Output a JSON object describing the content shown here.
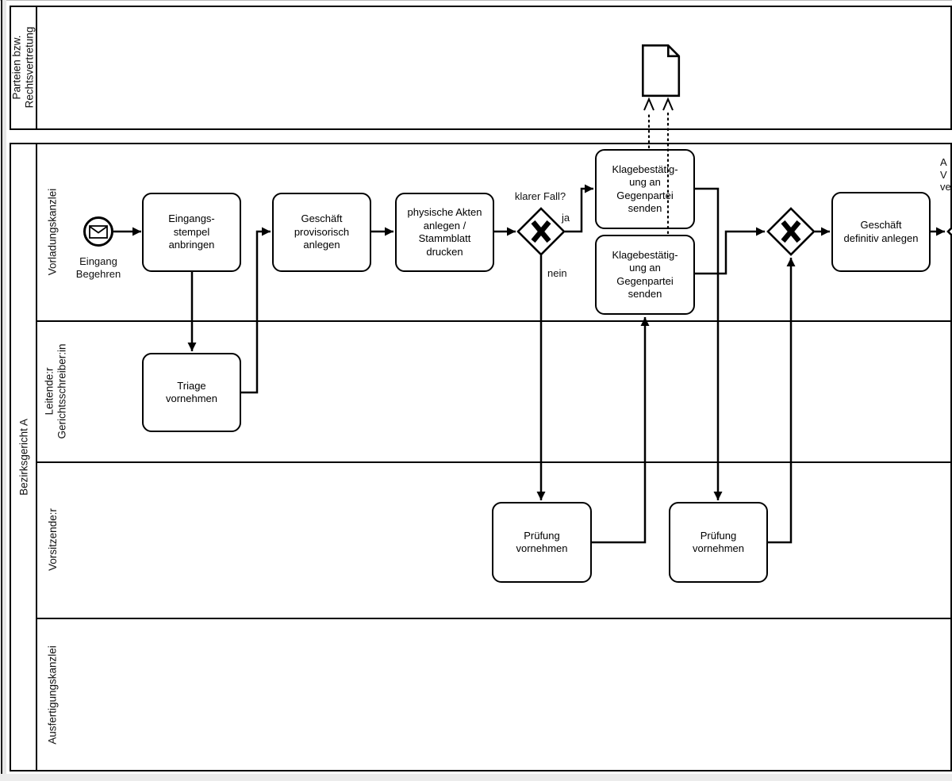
{
  "diagram": {
    "pools": [
      {
        "name": "Parteien bzw.\nRechtsvertretung"
      },
      {
        "name": "Bezirksgericht A",
        "lanes": [
          {
            "name": "Vorladungskanzlei"
          },
          {
            "name": "Leitende:r\nGerichtsschreiber:in"
          },
          {
            "name": "Vorsitzende:r"
          },
          {
            "name": "Ausfertigungskanzlei"
          }
        ]
      }
    ],
    "start_event": {
      "label": "Eingang\nBegehren",
      "icon": "envelope-icon"
    },
    "tasks": [
      {
        "label": "Eingangs-\nstempel\nanbringen"
      },
      {
        "label": "Triage\nvornehmen"
      },
      {
        "label": "Geschäft\nprovisorisch\nanlegen"
      },
      {
        "label": "physische Akten\nanlegen /\nStammblatt\ndrucken"
      },
      {
        "label": "Klagebestätig-\nung an\nGegenpartei\nsenden"
      },
      {
        "label": "Klagebestätig-\nung an\nGegenpartei\nsenden"
      },
      {
        "label": "Geschäft\ndefinitiv anlegen"
      },
      {
        "label": "Prüfung\nvornehmen"
      },
      {
        "label": "Prüfung\nvornehmen"
      }
    ],
    "gateways": [
      {
        "type": "exclusive",
        "question": "klarer Fall?",
        "yes": "ja",
        "no": "nein"
      },
      {
        "type": "exclusive"
      },
      {
        "type": "exclusive-clipped"
      }
    ],
    "artifact": {
      "type": "document-icon"
    },
    "clipped_label": "A\nV\nve",
    "colors": {
      "stroke": "#000000",
      "fill": "#ffffff",
      "page_edge": "#e6e6e6"
    }
  }
}
